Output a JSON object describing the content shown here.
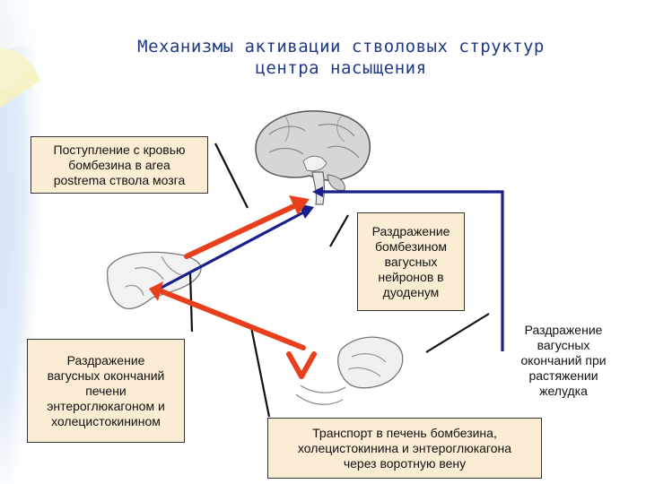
{
  "title": {
    "line1": "Механизмы активации стволовых структур",
    "line2": "центра насыщения"
  },
  "boxes": {
    "bombesin_area_postrema": [
      "Поступление с кровью",
      "бомбезина в area",
      "postrema ствола мозга"
    ],
    "duodenum_vagal": [
      "Раздражение",
      "бомбезином",
      "вагусных",
      "нейронов в",
      "дуоденум"
    ],
    "stomach_vagal": [
      "Раздражение",
      "вагусных",
      "окончаний при",
      "растяжении",
      "желудка"
    ],
    "liver_vagal": [
      "Раздражение",
      "вагусных окончаний",
      "печени",
      "энтероглюкагоном и",
      "холецистокинином"
    ],
    "portal_transport": [
      "Транспорт в печень бомбезина,",
      "холецистокинина и энтероглюкагона",
      "через воротную вену"
    ]
  },
  "colors": {
    "title": "#1f3a82",
    "red_arrow": "#e8401c",
    "blue_arrow": "#1a1f8c",
    "box_fill": "#fbecd4",
    "bg_blue": "#c7dcf2",
    "bg_yellow": "#f6f2bf"
  },
  "icons": [
    "brain-illustration",
    "liver-illustration",
    "stomach-illustration",
    "duodenum-illustration"
  ]
}
